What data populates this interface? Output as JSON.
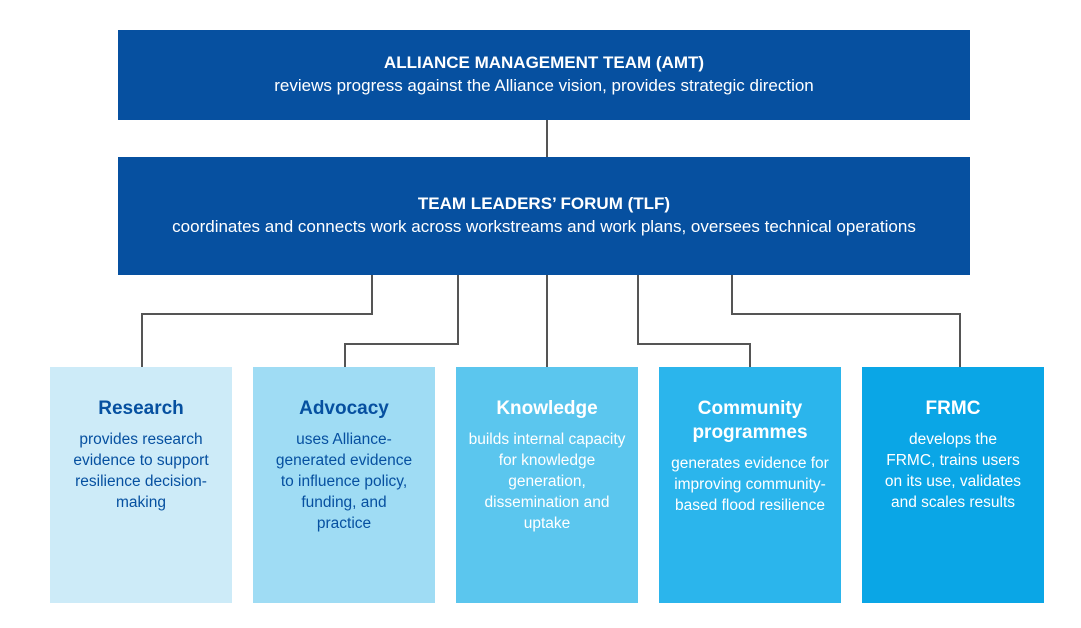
{
  "amt": {
    "title": "ALLIANCE MANAGEMENT TEAM (AMT)",
    "description": "reviews progress against the Alliance vision, provides strategic direction"
  },
  "tlf": {
    "title": "TEAM LEADERS’ FORUM (TLF)",
    "description": "coordinates and connects work across workstreams and work plans, oversees technical operations"
  },
  "workstreams": [
    {
      "title": "Research",
      "description": "provides research evidence to support resilience decision-making",
      "color": "#cdebf8"
    },
    {
      "title": "Advocacy",
      "description": "uses Alliance-generated evidence to influence policy, funding, and practice",
      "color": "#9fdcf4"
    },
    {
      "title": "Knowledge",
      "description": "builds internal capacity for knowledge generation, dissemination and uptake",
      "color": "#5bc6ee"
    },
    {
      "title": "Community programmes",
      "description": "generates evidence for improving community-based flood resilience",
      "color": "#2bb5ec"
    },
    {
      "title": "FRMC",
      "description": "develops the FRMC, trains users on its use, validates and scales results",
      "color": "#0aa6e6"
    }
  ],
  "colors": {
    "header_box": "#0650a0",
    "connector": "#555555"
  }
}
